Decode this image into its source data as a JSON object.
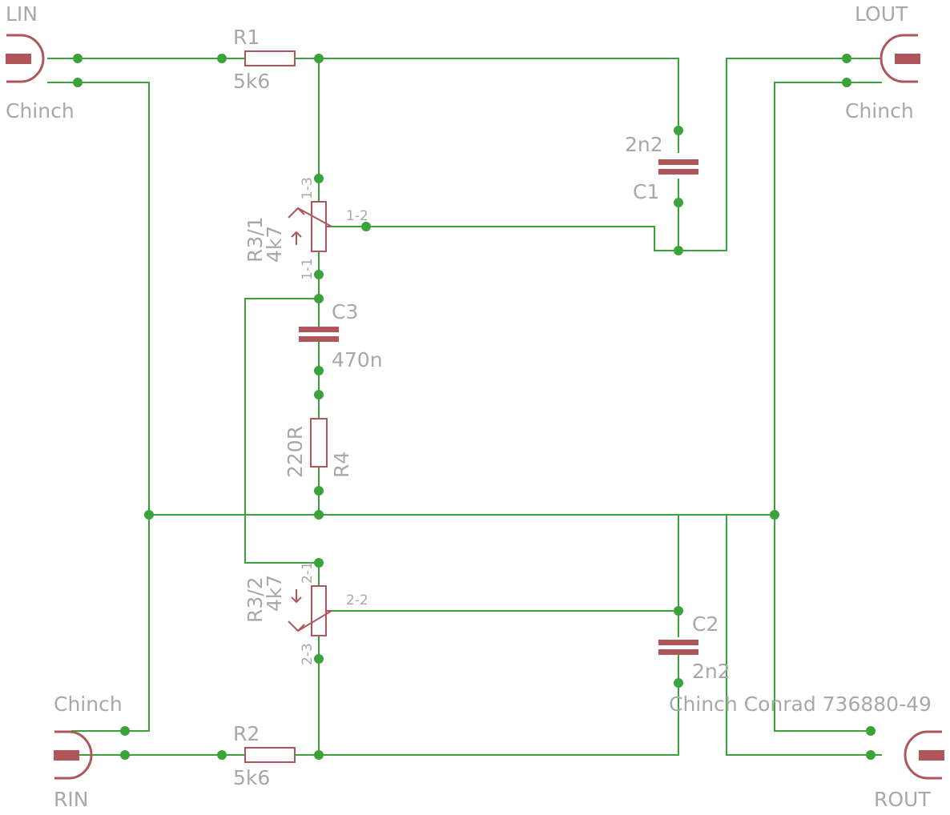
{
  "connectors": {
    "lin": {
      "name": "LIN",
      "value": "Chinch"
    },
    "lout": {
      "name": "LOUT",
      "value": "Chinch"
    },
    "rin": {
      "name": "RIN",
      "value": "Chinch"
    },
    "rout": {
      "name": "ROUT",
      "value": "Chinch Conrad 736880-49"
    }
  },
  "components": {
    "r1": {
      "name": "R1",
      "value": "5k6"
    },
    "r2": {
      "name": "R2",
      "value": "5k6"
    },
    "r4": {
      "name": "R4",
      "value": "220R"
    },
    "c1": {
      "name": "C1",
      "value": "2n2"
    },
    "c2": {
      "name": "C2",
      "value": "2n2"
    },
    "c3": {
      "name": "C3",
      "value": "470n"
    },
    "r31": {
      "name": "R3/1",
      "value": "4k7",
      "pins": [
        "1-3",
        "1-2",
        "1-1"
      ]
    },
    "r32": {
      "name": "R3/2",
      "value": "4k7",
      "pins": [
        "2-1",
        "2-2",
        "2-3"
      ]
    }
  }
}
